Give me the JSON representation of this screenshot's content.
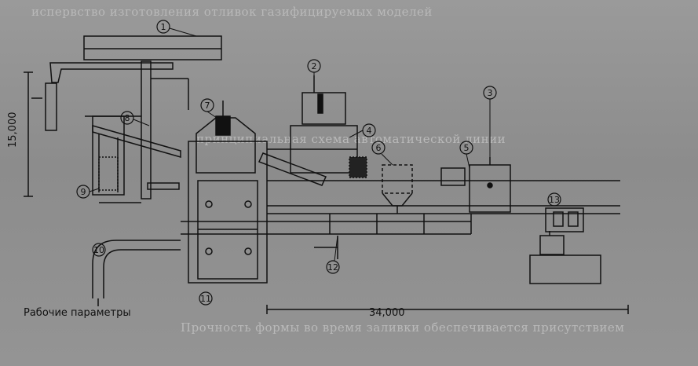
{
  "figure": {
    "callouts": [
      "1",
      "2",
      "3",
      "4",
      "5",
      "6",
      "7",
      "8",
      "9",
      "10",
      "11",
      "12",
      "13"
    ],
    "dimension_width": "34,000",
    "dimension_height": "15,000",
    "caption_fragment": "Рабочие параметры"
  },
  "background_text": {
    "line_1": "испервство изготовления отливок газифицируемых моделей",
    "line_2": "принципиальная схема автоматической линии",
    "line_bottom": "Прочность формы во время заливки обеспечивается присутствием"
  },
  "colors": {
    "ink": "#111111",
    "paper": "#8f8f8f",
    "bleed": "#b9b9b9"
  }
}
